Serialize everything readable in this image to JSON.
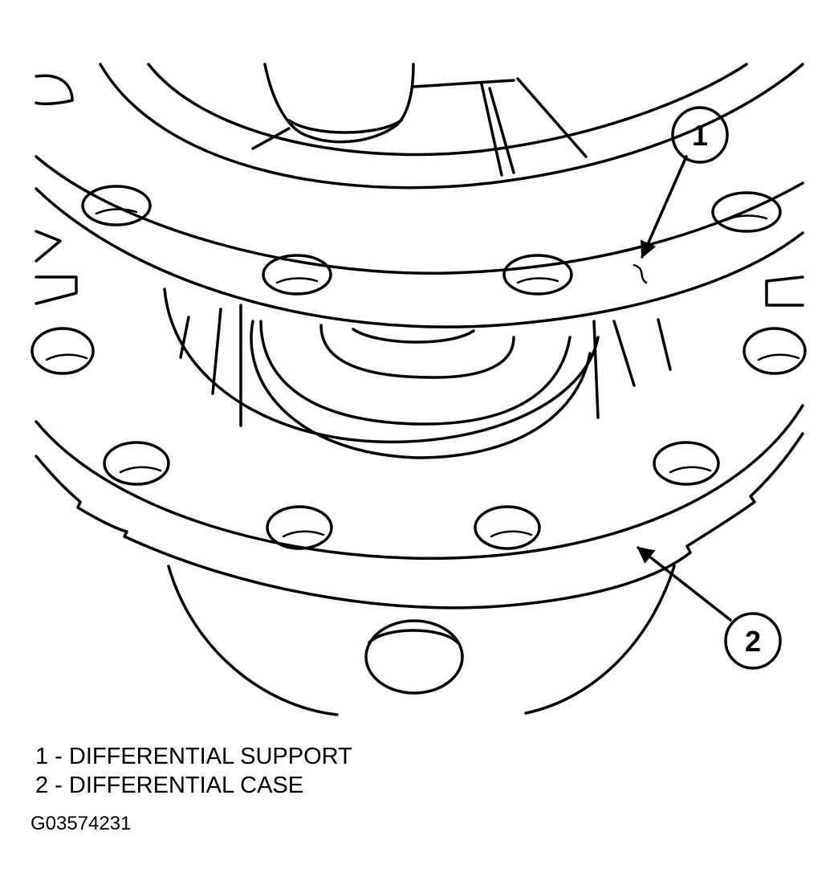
{
  "callouts": [
    {
      "number": "1",
      "label": "DIFFERENTIAL SUPPORT"
    },
    {
      "number": "2",
      "label": "DIFFERENTIAL CASE"
    }
  ],
  "legend": [
    "1 - DIFFERENTIAL SUPPORT",
    "2 - DIFFERENTIAL CASE"
  ],
  "figure_id": "G03574231"
}
